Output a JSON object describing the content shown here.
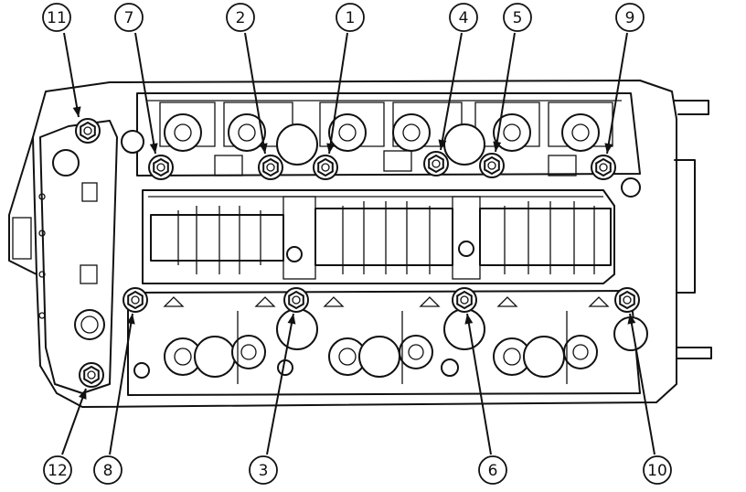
{
  "figure": {
    "callouts": [
      {
        "label": "11",
        "side": "top"
      },
      {
        "label": "7",
        "side": "top"
      },
      {
        "label": "2",
        "side": "top"
      },
      {
        "label": "1",
        "side": "top"
      },
      {
        "label": "4",
        "side": "top"
      },
      {
        "label": "5",
        "side": "top"
      },
      {
        "label": "9",
        "side": "top"
      },
      {
        "label": "12",
        "side": "bottom"
      },
      {
        "label": "8",
        "side": "bottom"
      },
      {
        "label": "3",
        "side": "bottom"
      },
      {
        "label": "6",
        "side": "bottom"
      },
      {
        "label": "10",
        "side": "bottom"
      }
    ],
    "colors": {
      "ink": "#111111",
      "paper": "#ffffff"
    }
  }
}
